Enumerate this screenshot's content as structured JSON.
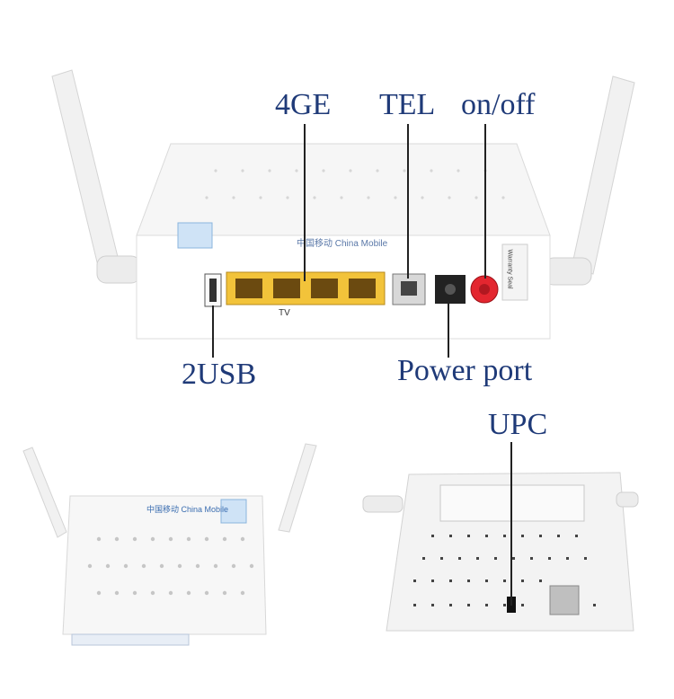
{
  "callouts": {
    "ports_4ge": "4GE",
    "tel": "TEL",
    "power_switch": "on/off",
    "usb": "2USB",
    "power_port": "Power port",
    "upc": "UPC"
  },
  "device": {
    "top_unit_brand": "中国移动 China Mobile",
    "front_unit_brand": "中国移动 China Mobile",
    "lan_sublabel": "TV",
    "warranty_seal": "Warranty Seal"
  },
  "colors": {
    "callout_text": "#1f3a78",
    "lan_port": "#f2c33a",
    "power_button": "#e3262f"
  }
}
